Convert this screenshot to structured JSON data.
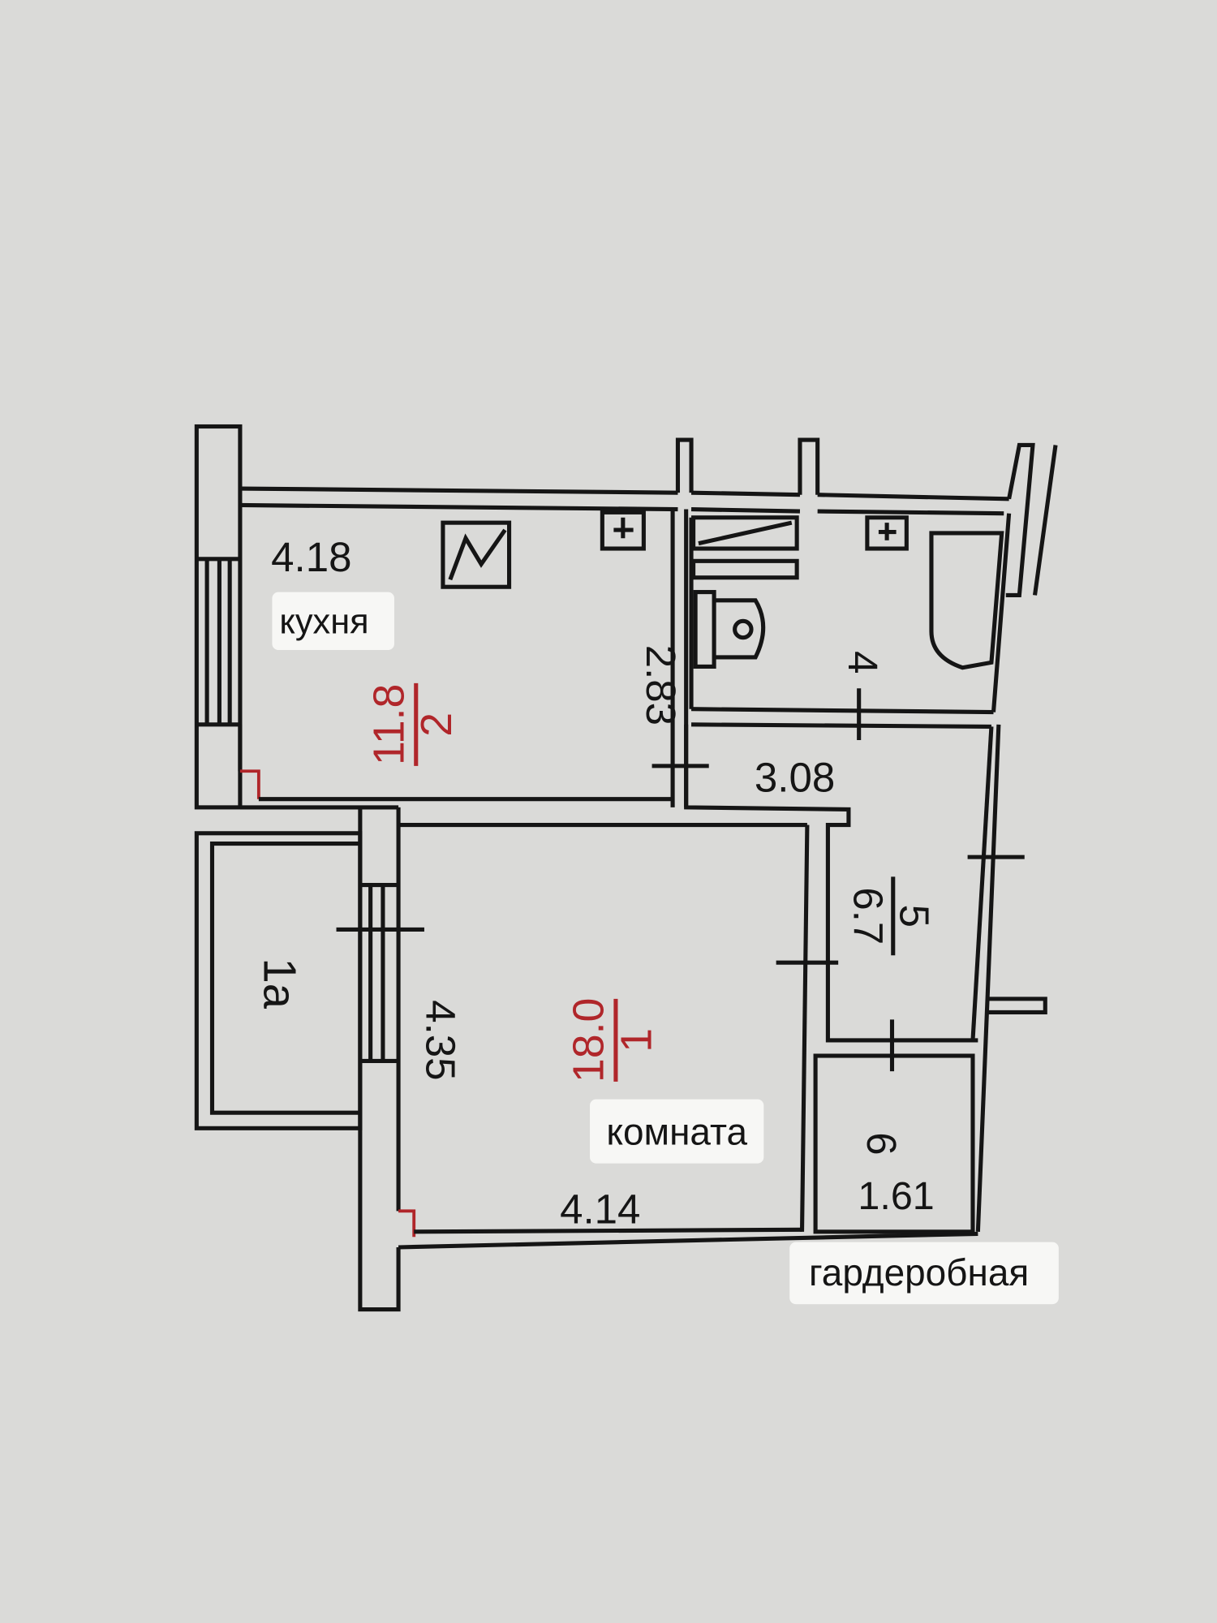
{
  "rooms": {
    "kitchen": {
      "number": "2",
      "area": "11.8",
      "label": "кухня",
      "dim_width": "4.18",
      "dim_depth": "2.83"
    },
    "living": {
      "number": "1",
      "area": "18.0",
      "label": "комната",
      "dim_width": "4.14",
      "dim_depth": "4.35"
    },
    "bathroom": {
      "number": "4"
    },
    "hall": {
      "number": "5",
      "area": "6.7",
      "dim": "3.08"
    },
    "wardrobe": {
      "number": "6",
      "area": "1.61",
      "label": "гардеробная"
    },
    "balcony": {
      "number": "1а"
    }
  },
  "colors": {
    "wall": "#151515",
    "area_text": "#b0262a",
    "paper": "#d9d9d7",
    "tag": "#f7f7f5"
  }
}
